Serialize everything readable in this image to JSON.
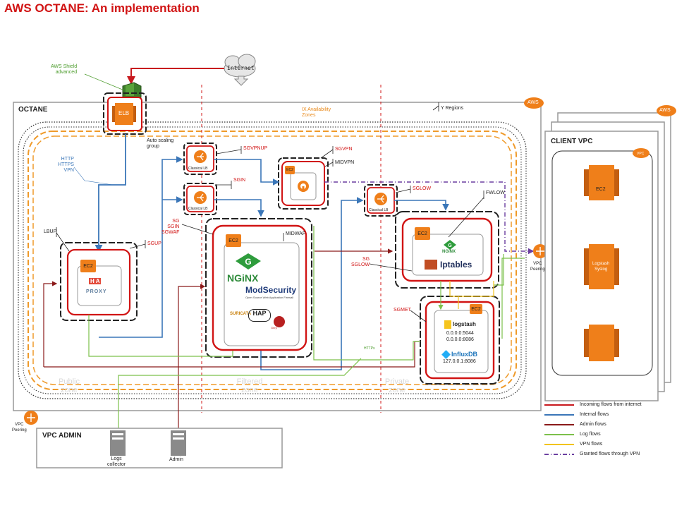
{
  "title": "AWS OCTANE: An implementation",
  "cloud": {
    "label": "Internet"
  },
  "shield": {
    "label": "AWS Shield\nadvanced"
  },
  "elb": {
    "label": "ELB"
  },
  "octane": {
    "title": "OCTANE",
    "aws_badge": "AWS"
  },
  "regions_label": "Y Regions",
  "az_label": "IX Availability\nZones",
  "auto_scaling": "Auto scaling\ngroup",
  "protocols": "HTTP\nHTTPS\nVPN",
  "load_balancers": {
    "lb1": "Classical LB",
    "lb2": "Classical LB",
    "lb3": "Classical LB"
  },
  "sg_labels": {
    "sgvpnup": "SGVPNUP",
    "sgin": "SGIN",
    "sgvpn": "SGVPN",
    "midvpn": "MIDVPN",
    "sglow": "SGLOW",
    "fwlow": "FWLOW",
    "lbup": "LBUP",
    "sgup": "SGUP",
    "sg_sgin_sgwaf": "SG\nSGIN\nSGWAF",
    "midwaf": "MIDWAF",
    "sg_sglow": "SG\nSGLOW",
    "sgmet": "SGMET",
    "https": "HTTPs"
  },
  "ec2_tags": {
    "haproxy": "EC2",
    "waf": "EC2",
    "vpn": "EC2",
    "fw": "EC2",
    "met": "EC2",
    "client": "EC2"
  },
  "haproxy": {
    "ha": "H A",
    "proxy": "PROXY"
  },
  "waf": {
    "nginx": "NGiNX",
    "modsecurity": "ModSecurity",
    "modsec_sub": "Open Source Web Application Firewall",
    "suricata": "SURICATA",
    "haproxy_short": "HAP",
    "evil": "Gerp"
  },
  "firewall": {
    "nginx": "NGiNX",
    "iptables": "Iptables"
  },
  "metrics": {
    "logstash": "logstash",
    "logstash_addr1": "0.0.0.0:5044",
    "logstash_addr2": "0.0.0.0:8086",
    "influx": "InfluxDB",
    "influx_addr": "127.0.0.1:8086"
  },
  "zones": {
    "public": "Public\nzone",
    "filtered": "Filtered\nzone",
    "private": "Private\nzone"
  },
  "vpc_peering_right": "VPC\nPeering",
  "vpc_peering_left": "VPC\nPeering",
  "client_vpc": {
    "title": "CLIENT VPC",
    "aws_badge": "AWS",
    "vpc_badge": "VPC",
    "ec2": "EC2",
    "logstash": "Logstash\nSyslog"
  },
  "vpc_admin": {
    "title": "VPC ADMIN",
    "logs_collector": "Logs\ncollector",
    "admin": "Admin"
  },
  "legend": [
    {
      "label": "Incoming flows from internet",
      "color": "#c8191e",
      "dash": false
    },
    {
      "label": "Internal flows",
      "color": "#3a76b8",
      "dash": false
    },
    {
      "label": "Admin flows",
      "color": "#8b1a1a",
      "dash": false
    },
    {
      "label": "Log flows",
      "color": "#7cc04b",
      "dash": false
    },
    {
      "label": "VPN flows",
      "color": "#f2c31d",
      "dash": false
    },
    {
      "label": "Granted flows through VPN",
      "color": "#6b3fa0",
      "dash": true
    }
  ]
}
